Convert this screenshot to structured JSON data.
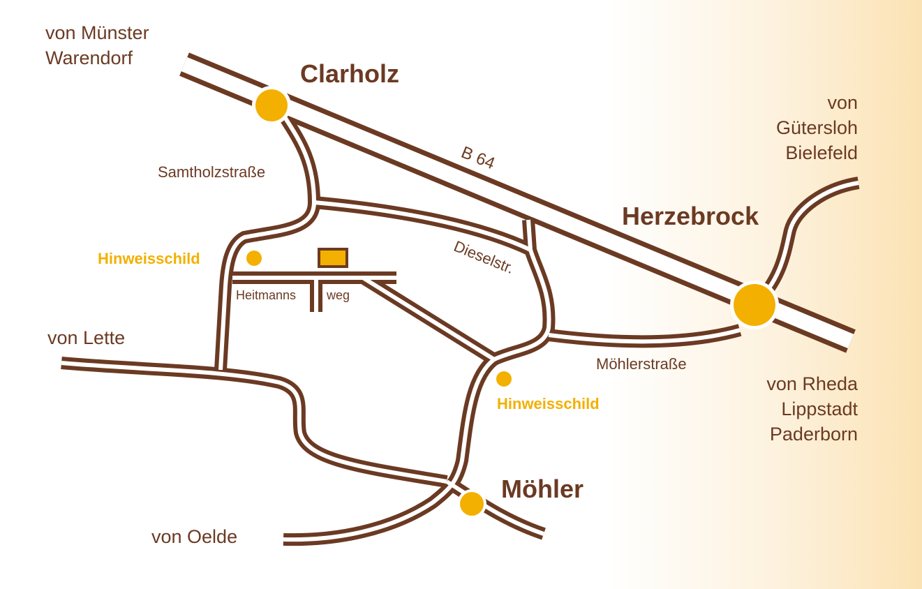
{
  "places": {
    "clarholz": "Clarholz",
    "herzebrock": "Herzebrock",
    "moehler": "Möhler"
  },
  "roads": {
    "b64": "B 64",
    "samtholzstrasse": "Samtholzstraße",
    "dieselstr": "Dieselstr.",
    "moehlerstrasse": "Möhlerstraße",
    "heitmanns": "Heitmanns",
    "weg": "weg"
  },
  "directions": {
    "muenster": [
      "von Münster",
      "Warendorf"
    ],
    "guetersloh": [
      "von",
      "Gütersloh",
      "Bielefeld"
    ],
    "lette": [
      "von Lette"
    ],
    "rheda": [
      "von Rheda",
      "Lippstadt",
      "Paderborn"
    ],
    "oelde": [
      "von Oelde"
    ]
  },
  "signs": {
    "left": "Hinweisschild",
    "right": "Hinweisschild"
  },
  "colors": {
    "road": "#6b3a23",
    "marker": "#f3b000",
    "text": "#6b3a23",
    "sign_text": "#f3b000"
  }
}
